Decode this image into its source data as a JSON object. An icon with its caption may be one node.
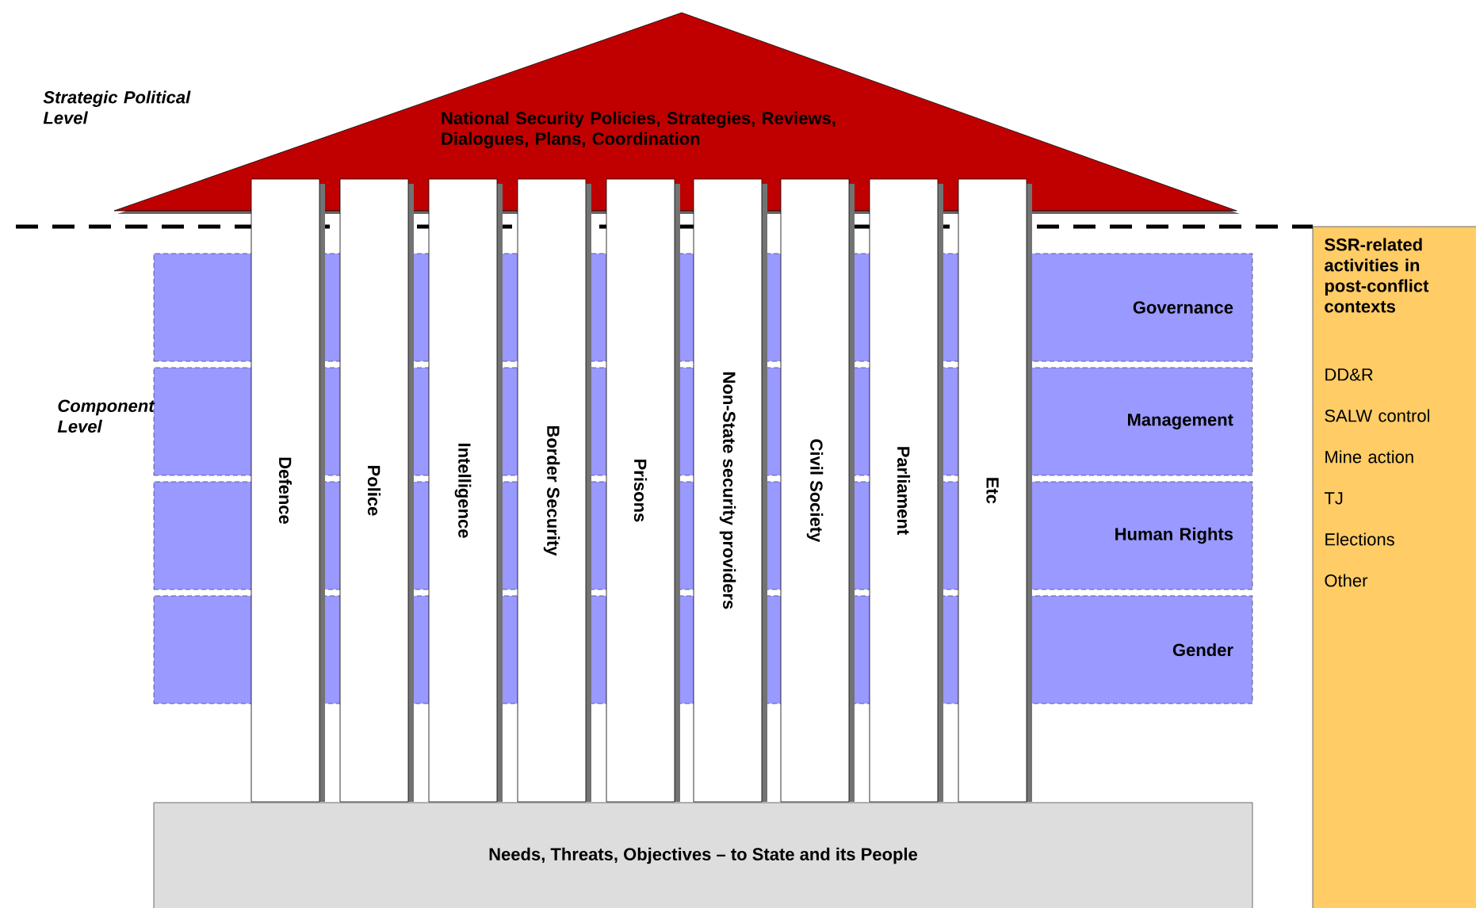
{
  "diagram": {
    "nodes": [
      {
        "text": [
          "National Security  Policies, Strategies, Reviews, Dialogues, Plans, Coordination"
        ]
      },
      {
        "text": [
          "Defence"
        ]
      },
      {
        "text": [
          "Police"
        ]
      },
      {
        "text": [
          "Intelligence"
        ]
      },
      {
        "text": [
          "Border Security"
        ]
      },
      {
        "text": [
          "Prisons"
        ]
      },
      {
        "text": [
          "Non-State security providers"
        ]
      },
      {
        "text": [
          "Civil Society"
        ]
      },
      {
        "text": [
          "Parliament"
        ]
      },
      {
        "text": [
          "Etc"
        ]
      },
      {
        "text": [
          "Governance"
        ]
      },
      {
        "text": [
          "Management"
        ]
      },
      {
        "text": [
          "Human Rights"
        ]
      },
      {
        "text": [
          "Gender"
        ]
      },
      {
        "text": [
          "Needs, Threats, Objectives – to State and its People"
        ]
      },
      {
        "text": [
          "SSR-related activities in post-conflict contexts",
          "DD&R",
          "SALW control",
          "Mine action",
          "TJ",
          "Elections",
          "Other"
        ]
      }
    ],
    "labels": [
      "Strategic Political Level",
      "Component Level"
    ]
  }
}
